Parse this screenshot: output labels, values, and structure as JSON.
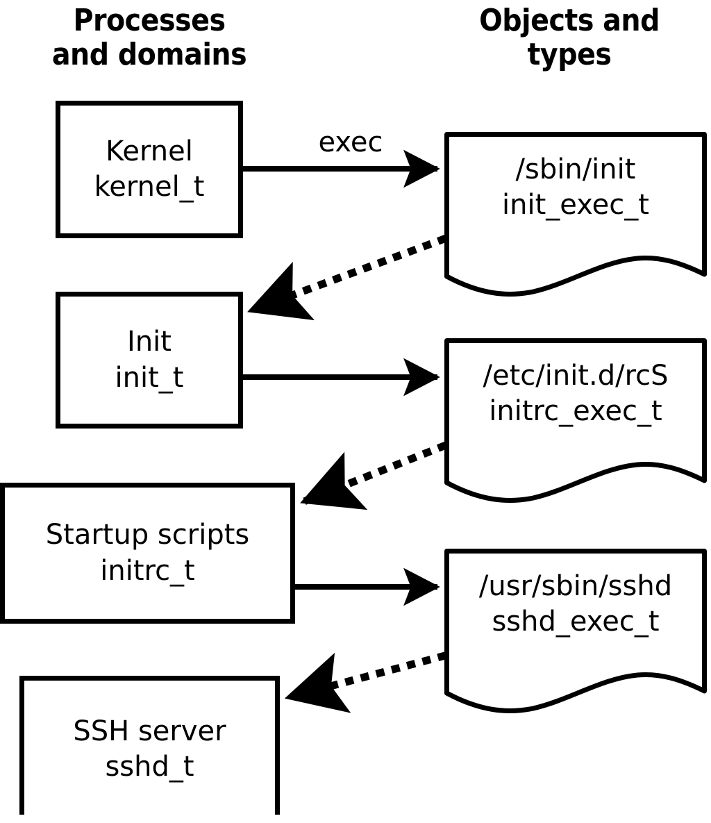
{
  "diagram": {
    "title": "SELinux process domains and object types transition diagram",
    "background_color": "#ffffff",
    "stroke_color": "#000000",
    "columns": [
      {
        "name": "processes-column",
        "title": "Processes\nand domains"
      },
      {
        "name": "objects-column",
        "title": "Objects and\ntypes"
      }
    ],
    "headers": {
      "left_line1": "Processes",
      "left_line2": "and domains",
      "right_line1": "Objects and",
      "right_line2": "types"
    },
    "process_nodes": [
      {
        "id": "kernel",
        "line1": "Kernel",
        "line2": "kernel_t"
      },
      {
        "id": "init",
        "line1": "Init",
        "line2": "init_t"
      },
      {
        "id": "initrc",
        "line1": "Startup scripts",
        "line2": "initrc_t"
      },
      {
        "id": "sshd",
        "line1": "SSH server",
        "line2": "sshd_t"
      }
    ],
    "object_nodes": [
      {
        "id": "init-exec",
        "line1": "/sbin/init",
        "line2": "init_exec_t"
      },
      {
        "id": "initrc-exec",
        "line1": "/etc/init.d/rcS",
        "line2": "initrc_exec_t"
      },
      {
        "id": "sshd-exec",
        "line1": "/usr/sbin/sshd",
        "line2": "sshd_exec_t"
      }
    ],
    "edges": [
      {
        "id": "kernel-exec-init",
        "from": "kernel",
        "to": "init-exec",
        "style": "solid",
        "label": "exec"
      },
      {
        "id": "init-exec-to-init",
        "from": "init-exec",
        "to": "init",
        "style": "dotted",
        "label": ""
      },
      {
        "id": "init-exec-initrc",
        "from": "init",
        "to": "initrc-exec",
        "style": "solid",
        "label": ""
      },
      {
        "id": "initrc-exec-to-initrc",
        "from": "initrc-exec",
        "to": "initrc",
        "style": "dotted",
        "label": ""
      },
      {
        "id": "initrc-exec-sshd",
        "from": "initrc",
        "to": "sshd-exec",
        "style": "solid",
        "label": ""
      },
      {
        "id": "sshd-exec-to-sshd",
        "from": "sshd-exec",
        "to": "sshd",
        "style": "dotted",
        "label": ""
      }
    ]
  }
}
